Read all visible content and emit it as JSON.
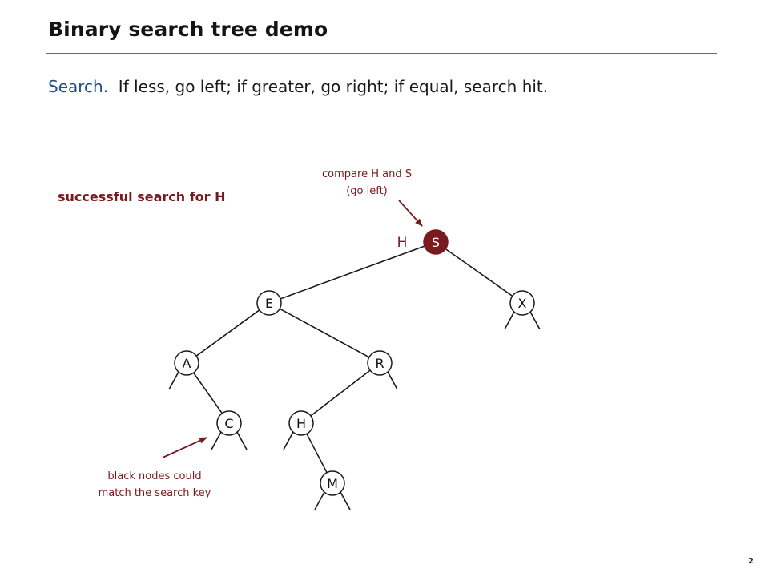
{
  "slide": {
    "title": "Binary search tree demo",
    "page_number": "2"
  },
  "lead": {
    "keyword": "Search.",
    "text": "  If less, go left; if greater, go right; if equal, search hit."
  },
  "caption": "successful search for H",
  "annotations": {
    "top_line1": "compare H and S",
    "top_line2": "(go left)",
    "bottom_line1": "black nodes could",
    "bottom_line2": "match the search key"
  },
  "search_key": "H",
  "colors": {
    "accent": "#7a1a1e",
    "current_node_fill": "#7a1a1e",
    "current_node_text": "#ffffff",
    "node_fill": "#ffffff",
    "node_stroke": "#1a1a1a",
    "edge": "#1a1a1a",
    "keyword": "#1d4f8c"
  },
  "tree": {
    "nodes": [
      {
        "id": "S",
        "label": "S",
        "state": "current"
      },
      {
        "id": "E",
        "label": "E",
        "state": "normal"
      },
      {
        "id": "X",
        "label": "X",
        "state": "normal"
      },
      {
        "id": "A",
        "label": "A",
        "state": "normal"
      },
      {
        "id": "R",
        "label": "R",
        "state": "normal"
      },
      {
        "id": "C",
        "label": "C",
        "state": "normal"
      },
      {
        "id": "H",
        "label": "H",
        "state": "normal"
      },
      {
        "id": "M",
        "label": "M",
        "state": "normal"
      }
    ],
    "edges": [
      [
        "S",
        "E"
      ],
      [
        "S",
        "X"
      ],
      [
        "E",
        "A"
      ],
      [
        "E",
        "R"
      ],
      [
        "A",
        "C"
      ],
      [
        "R",
        "H"
      ],
      [
        "H",
        "M"
      ]
    ]
  }
}
